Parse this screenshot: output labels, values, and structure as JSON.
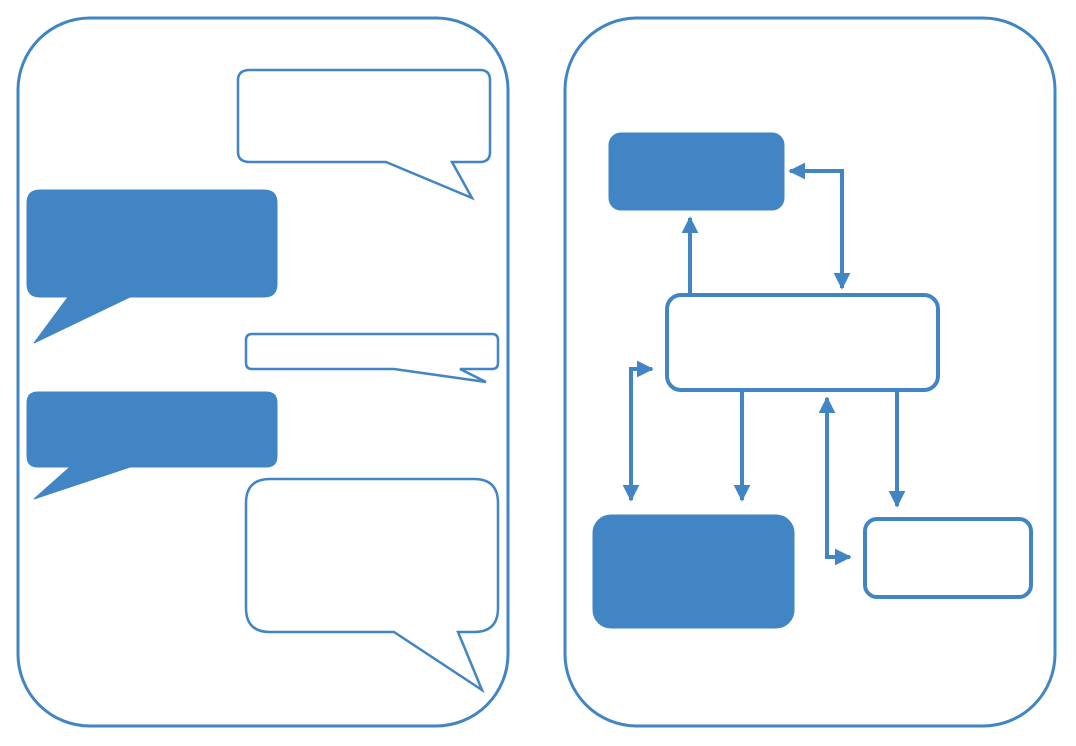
{
  "colors": {
    "accent": "#4185C5",
    "stroke": "#4185C5",
    "background": "#FFFFFF"
  },
  "left_panel": {
    "kind": "conversation",
    "bubbles": [
      {
        "role": "outgoing",
        "style": "outline",
        "text": ""
      },
      {
        "role": "incoming",
        "style": "filled",
        "text": ""
      },
      {
        "role": "outgoing",
        "style": "outline",
        "text": ""
      },
      {
        "role": "incoming",
        "style": "filled",
        "text": ""
      },
      {
        "role": "outgoing",
        "style": "outline",
        "text": ""
      }
    ]
  },
  "right_panel": {
    "kind": "flowchart",
    "nodes": [
      {
        "id": "top-left",
        "style": "filled",
        "text": ""
      },
      {
        "id": "center",
        "style": "outline",
        "text": ""
      },
      {
        "id": "bottom-left",
        "style": "filled",
        "text": ""
      },
      {
        "id": "bottom-right",
        "style": "outline",
        "text": ""
      }
    ],
    "edges": [
      {
        "from": "center",
        "to": "top-left",
        "direction": "one-way"
      },
      {
        "from": "center",
        "to": "top-left",
        "direction": "two-way"
      },
      {
        "from": "center",
        "to": "bottom-left",
        "direction": "two-way"
      },
      {
        "from": "center",
        "to": "bottom-left",
        "direction": "one-way"
      },
      {
        "from": "center",
        "to": "bottom-right",
        "direction": "two-way"
      },
      {
        "from": "center",
        "to": "bottom-right",
        "direction": "one-way"
      }
    ]
  }
}
